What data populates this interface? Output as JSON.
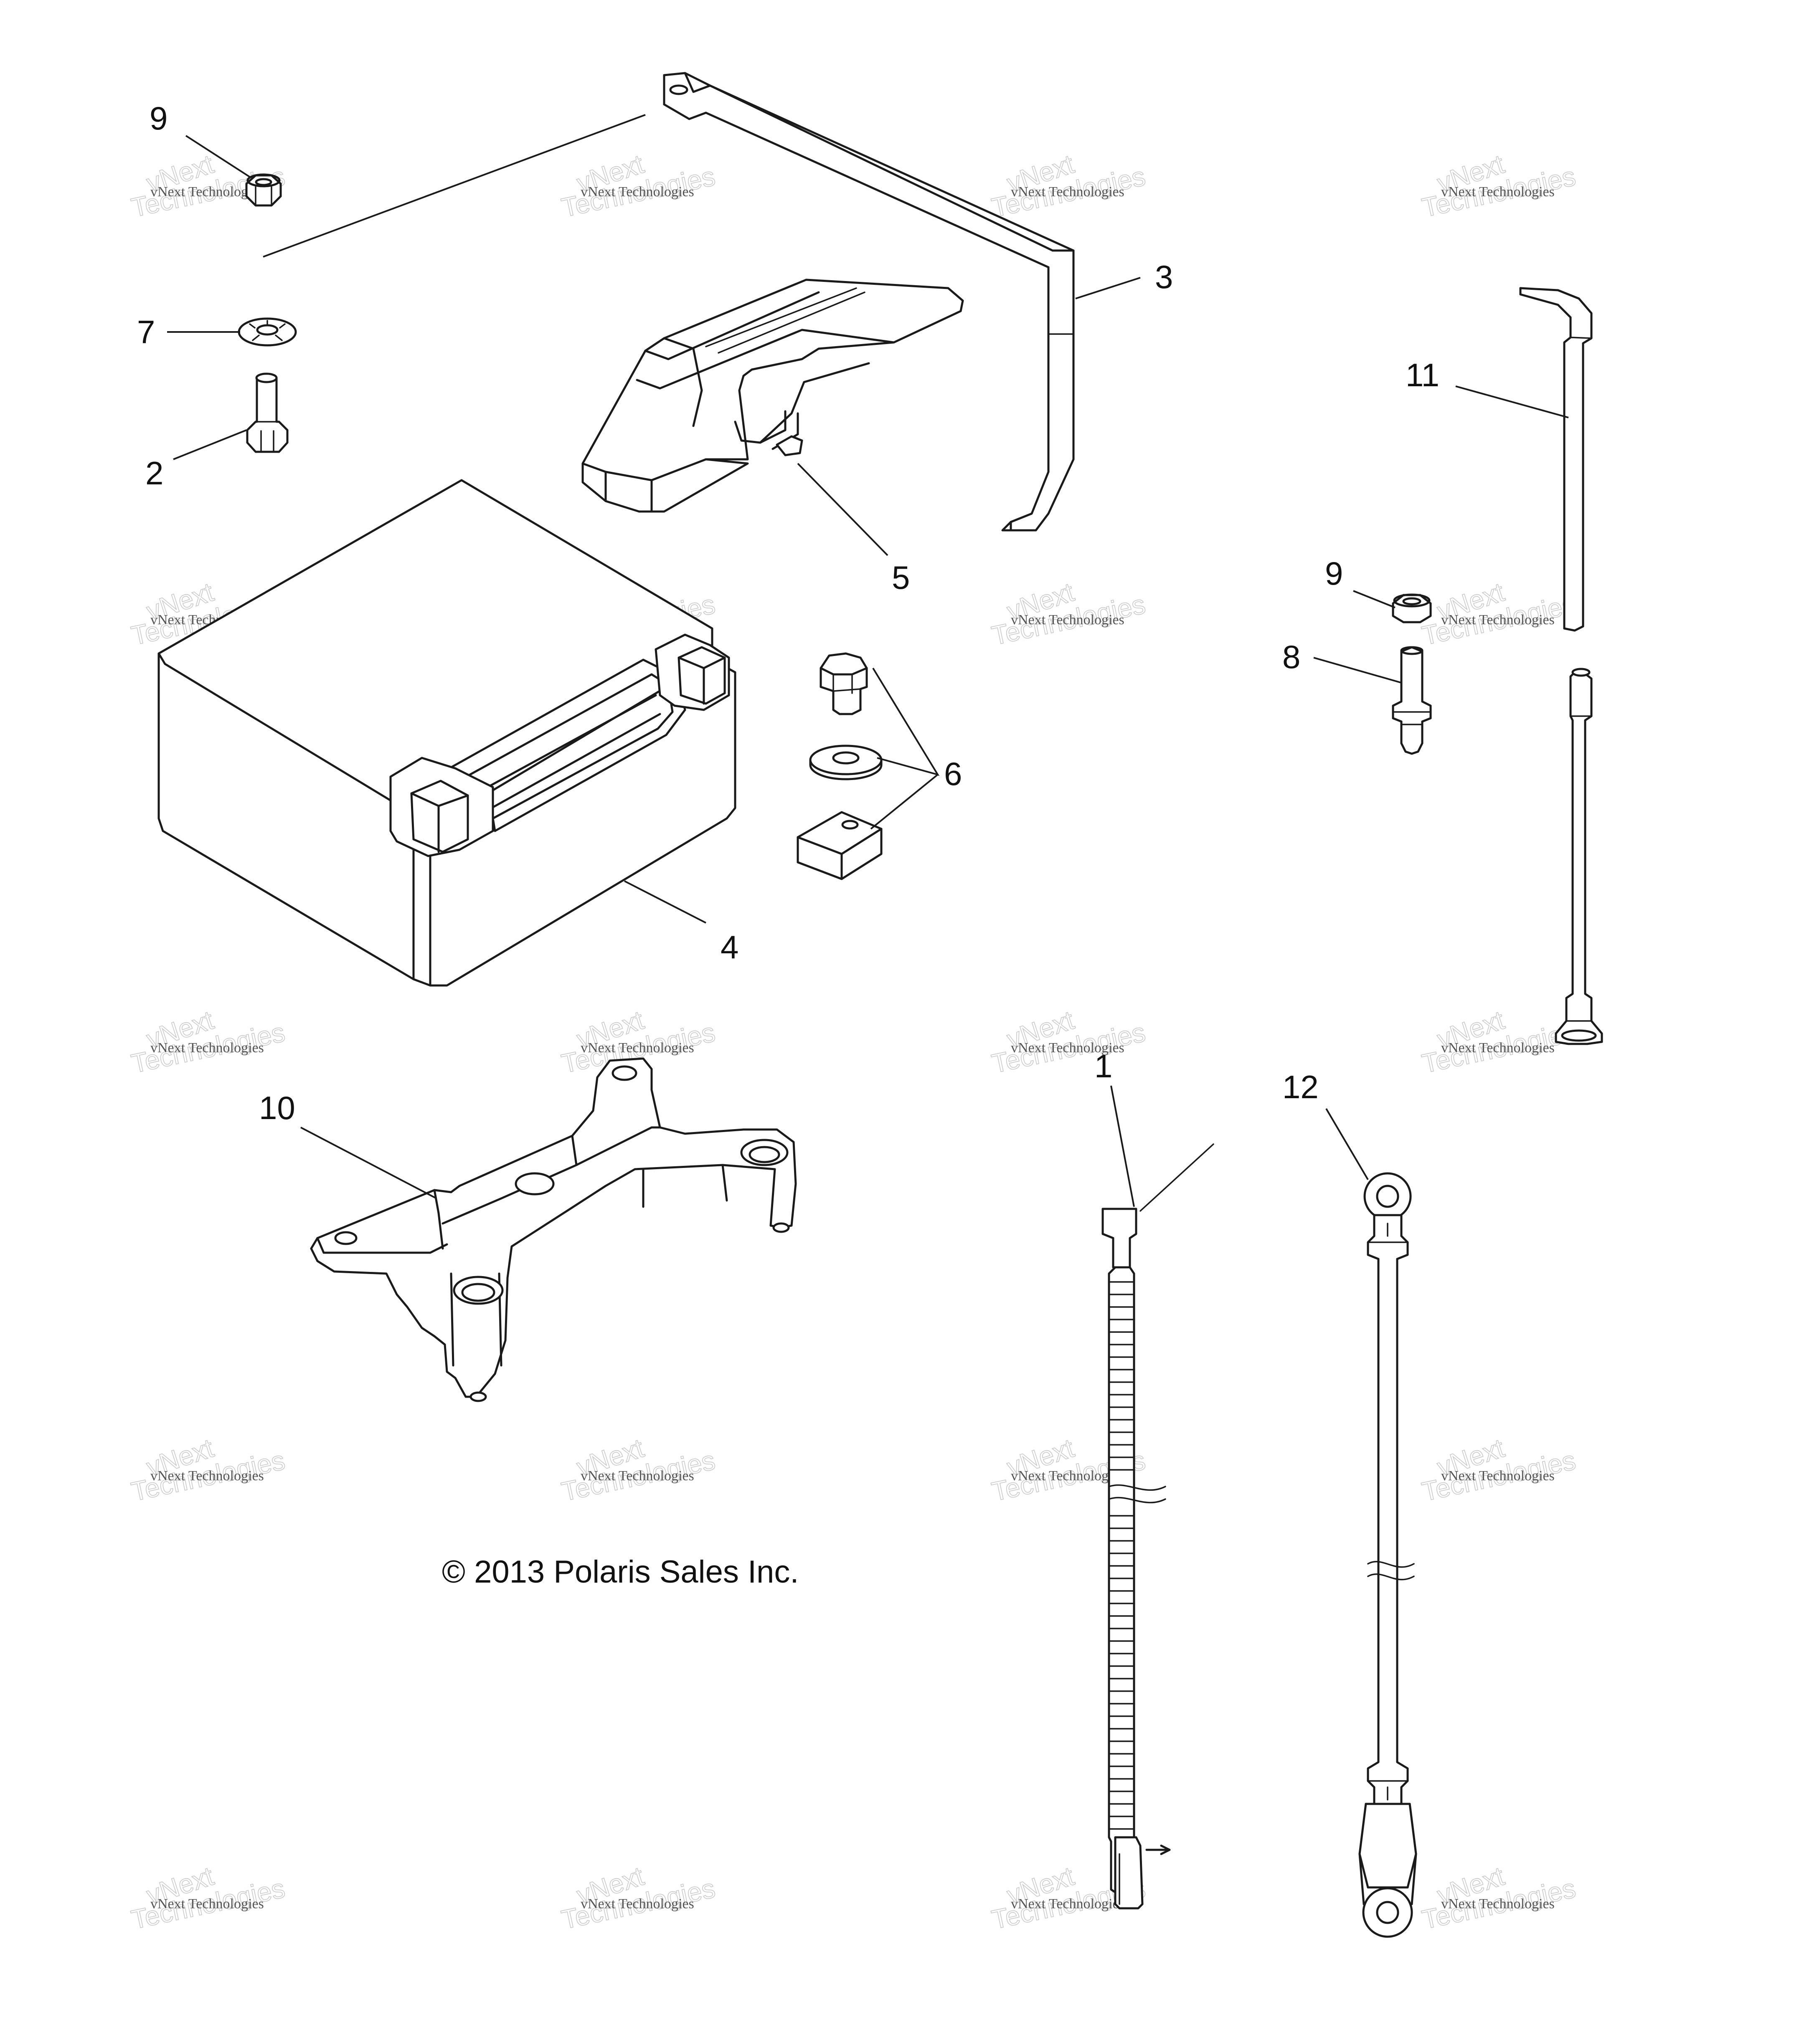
{
  "callouts": {
    "c1": "1",
    "c2": "2",
    "c3": "3",
    "c4": "4",
    "c5": "5",
    "c6": "6",
    "c7": "7",
    "c8": "8",
    "c9a": "9",
    "c9b": "9",
    "c10": "10",
    "c11": "11",
    "c12": "12"
  },
  "copyright": "© 2013 Polaris Sales Inc.",
  "watermark": {
    "line1": "vNext Technologies",
    "line2a": "vNext",
    "line2b": "Technologies"
  }
}
